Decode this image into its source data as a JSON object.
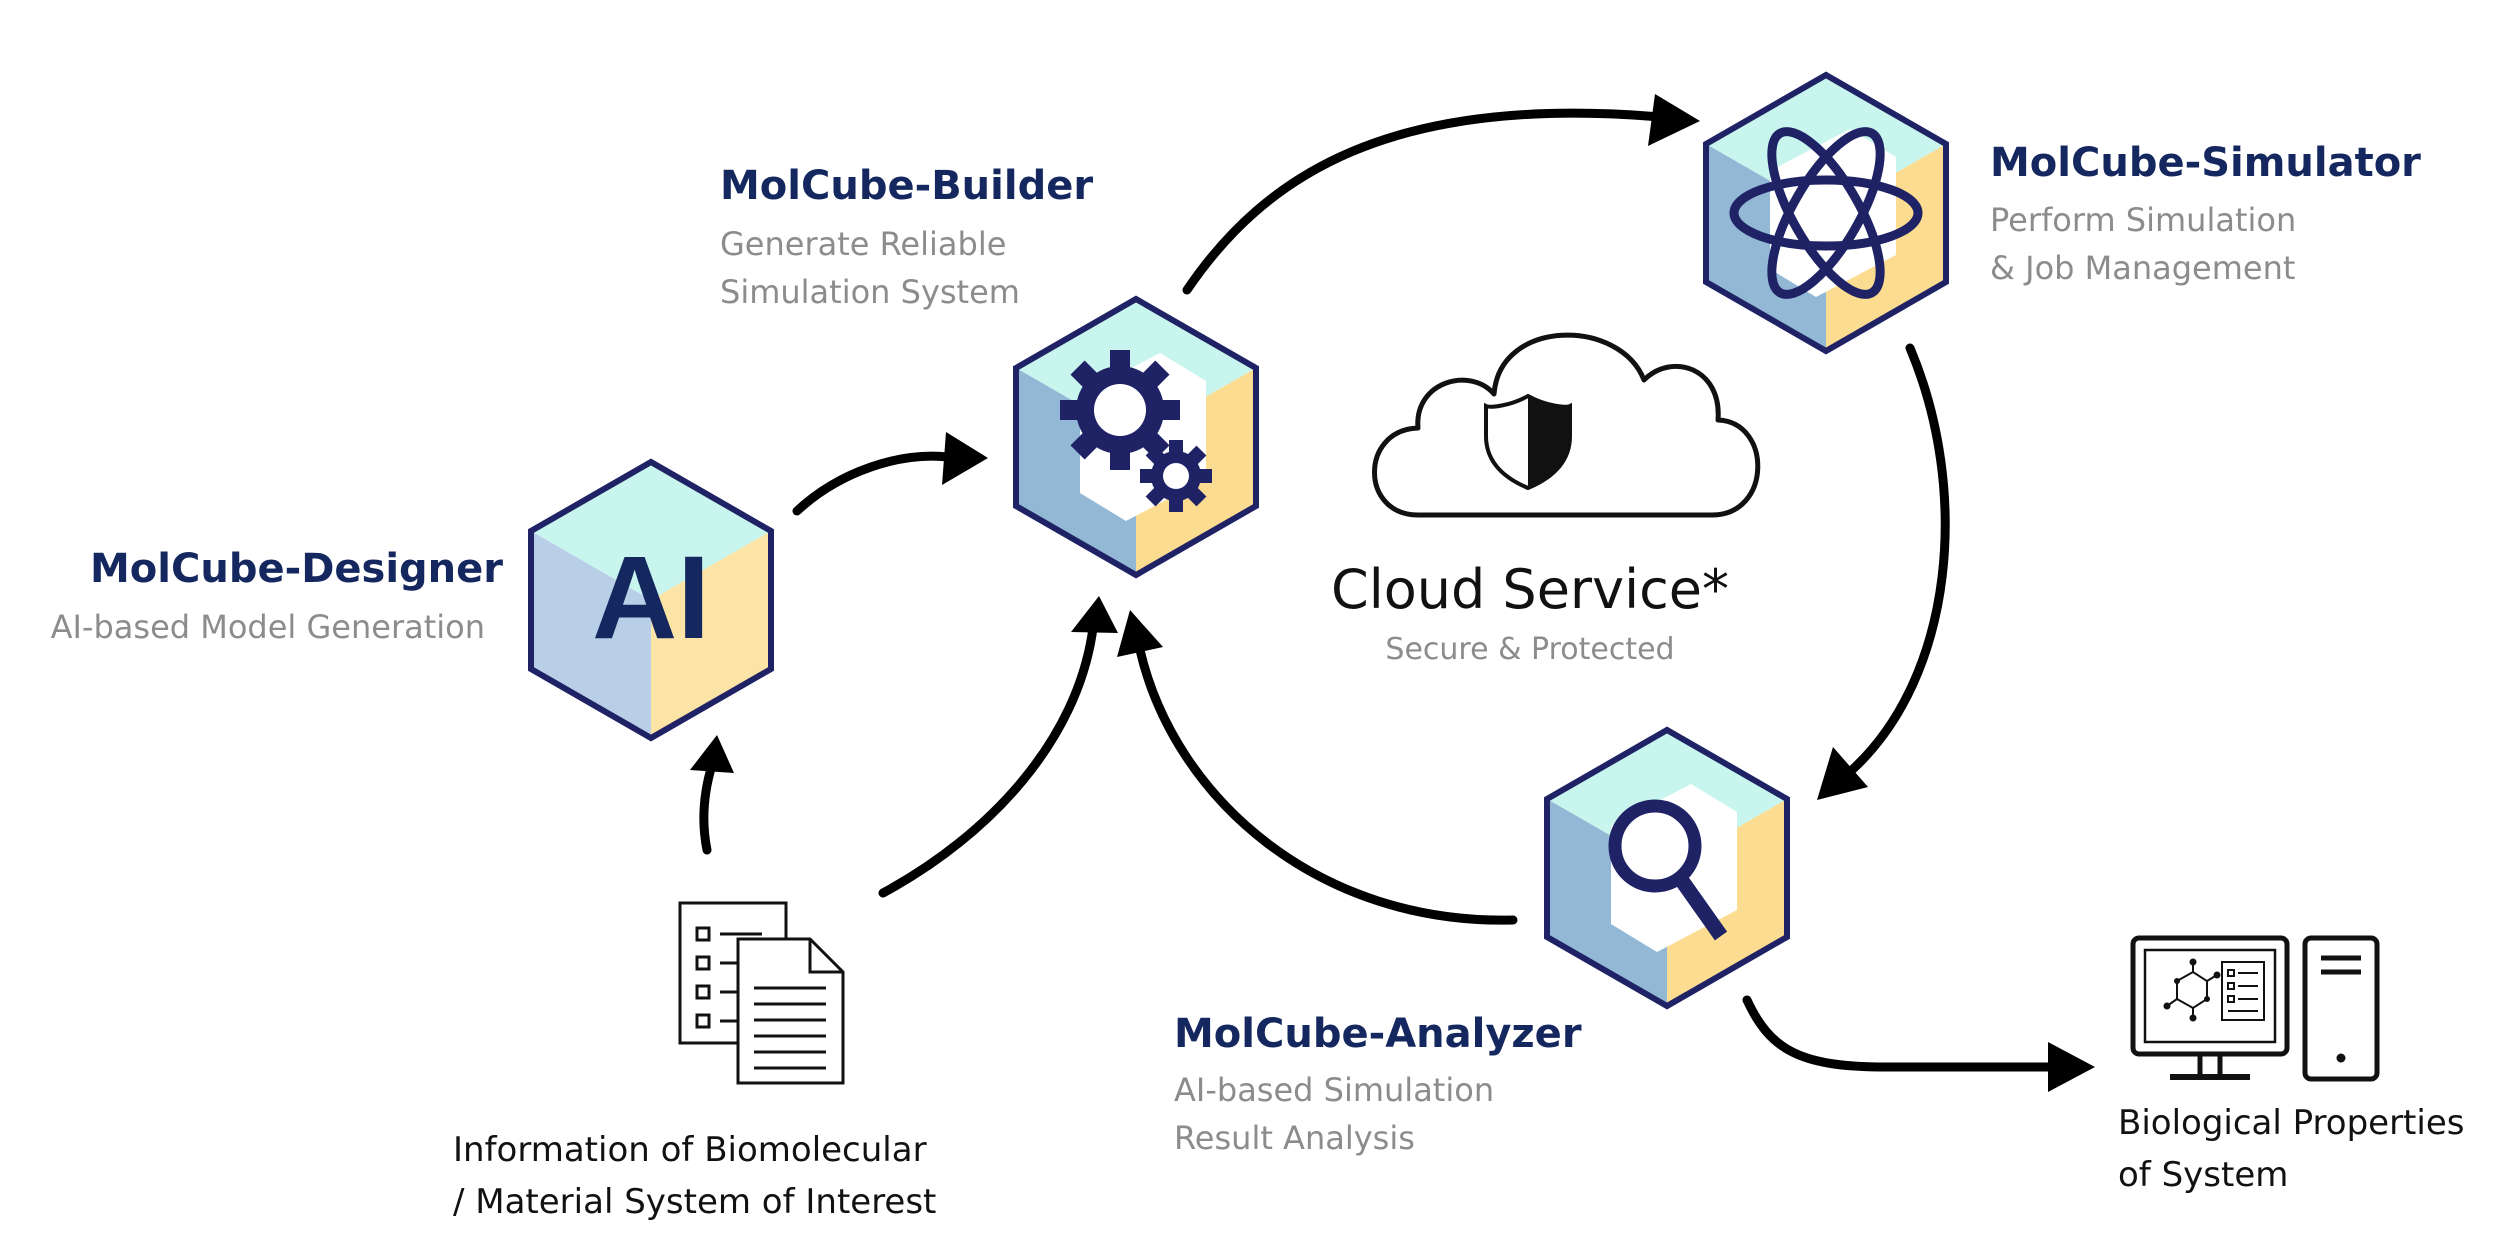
{
  "modules": {
    "designer": {
      "title": "MolCube-Designer",
      "desc": [
        "AI-based Model Generation"
      ],
      "icon": "ai-text-icon",
      "icon_text": "AI"
    },
    "builder": {
      "title": "MolCube-Builder",
      "desc": [
        "Generate Reliable",
        "Simulation System"
      ],
      "icon": "gears-icon"
    },
    "simulator": {
      "title": "MolCube-Simulator",
      "desc": [
        "Perform Simulation",
        "& Job Management"
      ],
      "icon": "atom-icon"
    },
    "analyzer": {
      "title": "MolCube-Analyzer",
      "desc": [
        "AI-based Simulation",
        "Result Analysis"
      ],
      "icon": "magnifier-icon"
    }
  },
  "cloud": {
    "title": "Cloud Service*",
    "subtitle": "Secure & Protected",
    "icon": "cloud-shield-icon"
  },
  "input": {
    "lines": [
      "Information of Biomolecular",
      "/ Material System of Interest"
    ],
    "icon": "documents-icon"
  },
  "output": {
    "lines": [
      "Biological Properties",
      "of System"
    ],
    "icon": "computer-icon"
  },
  "colors": {
    "title": "#14285f",
    "subtext": "#8c8c8c",
    "cube_top": "#c8f5ed",
    "cube_left": "#92b8d6",
    "cube_right": "#fcdc90",
    "cube_outline": "#1f2366",
    "arrow": "#000000"
  }
}
